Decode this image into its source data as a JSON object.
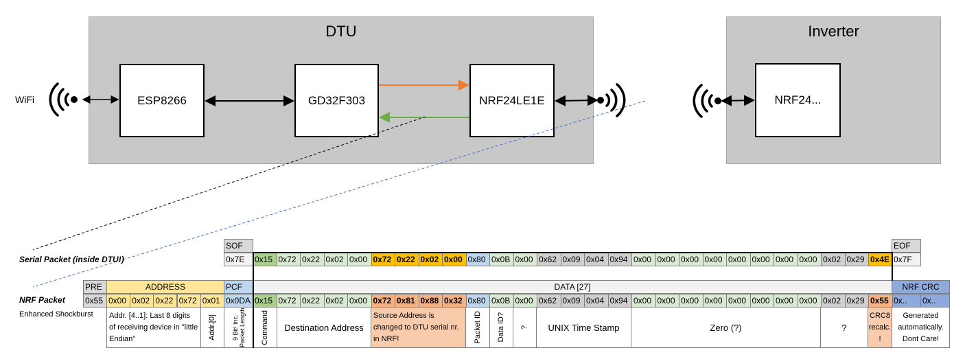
{
  "diagram": {
    "dtu": {
      "title": "DTU",
      "chips": [
        "ESP8266",
        "GD32F303",
        "NRF24LE1E"
      ]
    },
    "inverter": {
      "title": "Inverter",
      "chip": "NRF24..."
    },
    "wifi_label": "WiFi",
    "colors": {
      "group_bg": "#c8c8c8",
      "tx_arrow": "#ed7d31",
      "rx_arrow": "#70ad47",
      "serial_link": "#000000",
      "nrf_link": "#4472c4"
    }
  },
  "labels": {
    "serial_packet": "Serial Packet (inside DTU!)",
    "nrf_packet": "NRF Packet",
    "enhanced_shockburst": "Enhanced Shockburst"
  },
  "serial": {
    "sof_label": "SOF",
    "sof": "0x7E",
    "eof_label": "EOF",
    "eof": "0x7F",
    "cells": [
      {
        "v": "0x15",
        "c": "cmd"
      },
      {
        "v": "0x72",
        "c": "g"
      },
      {
        "v": "0x22",
        "c": "g"
      },
      {
        "v": "0x02",
        "c": "g"
      },
      {
        "v": "0x00",
        "c": "g"
      },
      {
        "v": "0x72",
        "c": "y",
        "b": true
      },
      {
        "v": "0x22",
        "c": "y",
        "b": true
      },
      {
        "v": "0x02",
        "c": "y",
        "b": true
      },
      {
        "v": "0x00",
        "c": "y",
        "b": true
      },
      {
        "v": "0x80",
        "c": "b"
      },
      {
        "v": "0x0B",
        "c": "g"
      },
      {
        "v": "0x00",
        "c": "g"
      },
      {
        "v": "0x62",
        "c": "gr"
      },
      {
        "v": "0x09",
        "c": "gr"
      },
      {
        "v": "0x04",
        "c": "gr"
      },
      {
        "v": "0x94",
        "c": "gr"
      },
      {
        "v": "0x00",
        "c": "g"
      },
      {
        "v": "0x00",
        "c": "g"
      },
      {
        "v": "0x00",
        "c": "g"
      },
      {
        "v": "0x00",
        "c": "g"
      },
      {
        "v": "0x00",
        "c": "g"
      },
      {
        "v": "0x00",
        "c": "g"
      },
      {
        "v": "0x00",
        "c": "g"
      },
      {
        "v": "0x00",
        "c": "g"
      },
      {
        "v": "0x02",
        "c": "gr"
      },
      {
        "v": "0x29",
        "c": "gr"
      },
      {
        "v": "0x4E",
        "c": "y",
        "b": true
      }
    ]
  },
  "nrf": {
    "pre_label": "PRE",
    "pre": "0x55",
    "address_label": "ADDRESS",
    "address": [
      "0x00",
      "0x02",
      "0x22",
      "0x72",
      "0x01"
    ],
    "pcf_label": "PCF",
    "pcf": "0x0DA",
    "data_label": "DATA [27]",
    "crc_label": "NRF CRC",
    "crc": [
      "0x..",
      "0x.."
    ],
    "cells": [
      {
        "v": "0x15",
        "c": "cmd"
      },
      {
        "v": "0x72",
        "c": "g"
      },
      {
        "v": "0x22",
        "c": "g"
      },
      {
        "v": "0x02",
        "c": "g"
      },
      {
        "v": "0x00",
        "c": "g"
      },
      {
        "v": "0x72",
        "c": "o",
        "b": true
      },
      {
        "v": "0x81",
        "c": "o",
        "b": true
      },
      {
        "v": "0x88",
        "c": "o",
        "b": true
      },
      {
        "v": "0x32",
        "c": "o",
        "b": true
      },
      {
        "v": "0x80",
        "c": "b"
      },
      {
        "v": "0x0B",
        "c": "g"
      },
      {
        "v": "0x00",
        "c": "g"
      },
      {
        "v": "0x62",
        "c": "gr"
      },
      {
        "v": "0x09",
        "c": "gr"
      },
      {
        "v": "0x04",
        "c": "gr"
      },
      {
        "v": "0x94",
        "c": "gr"
      },
      {
        "v": "0x00",
        "c": "g"
      },
      {
        "v": "0x00",
        "c": "g"
      },
      {
        "v": "0x00",
        "c": "g"
      },
      {
        "v": "0x00",
        "c": "g"
      },
      {
        "v": "0x00",
        "c": "g"
      },
      {
        "v": "0x00",
        "c": "g"
      },
      {
        "v": "0x00",
        "c": "g"
      },
      {
        "v": "0x00",
        "c": "g"
      },
      {
        "v": "0x02",
        "c": "gr"
      },
      {
        "v": "0x29",
        "c": "gr"
      },
      {
        "v": "0x55",
        "c": "o",
        "b": true
      }
    ],
    "descriptions": {
      "addr_4_1": "Addr. [4..1]: Last 8 digits of receiving device in \"little Endian\"",
      "addr_0": "Addr.[0]",
      "pcf_note": "9 Bit! Inc. Packet Length",
      "command": "Command",
      "destination": "Destination Address",
      "source": "Source Address is changed to DTU serial nr. in NRF!",
      "packet_id": "Packet ID",
      "data_id": "Data ID?",
      "unknown1": "?",
      "timestamp": "UNIX Time Stamp",
      "zero": "Zero (?)",
      "unknown2": "?",
      "crc8": "CRC8 recalc. !",
      "nrf_crc_note": "Generated automatically. Dont Care!"
    }
  },
  "cell_colors": {
    "cmd": "#a9d08e",
    "g": "#d9ead3",
    "y": "#ffc000",
    "b": "#bdd7ee",
    "gr": "#d0cece",
    "o": "#f4b183",
    "pre": "#d9d9d9",
    "addr": "#ffe699",
    "pcf": "#bdd7ee",
    "data": "#f2f2f2",
    "crc": "#8eaadb"
  }
}
